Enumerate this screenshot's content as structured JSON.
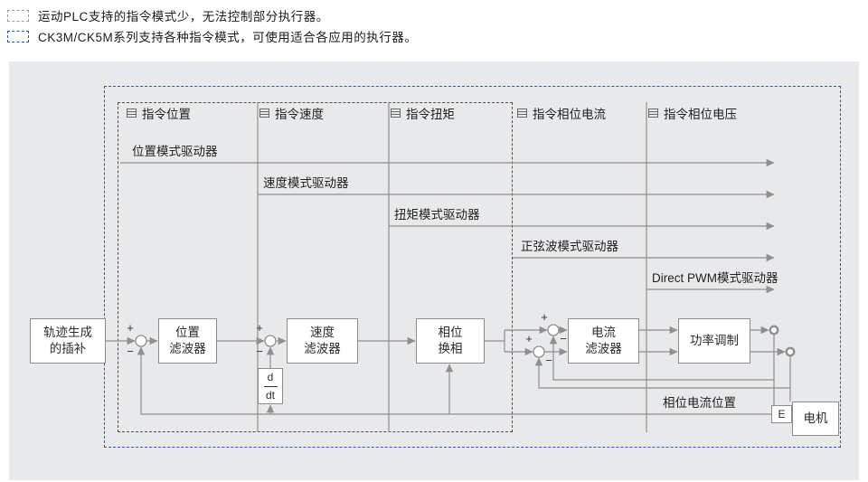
{
  "legend": {
    "items": [
      {
        "label": "运动PLC支持的指令模式少，无法控制部分执行器。"
      },
      {
        "label": "CK3M/CK5M系列支持各种指令模式，可使用适合各应用的执行器。"
      }
    ]
  },
  "diagram": {
    "column_headers": [
      {
        "label": "指令位置"
      },
      {
        "label": "指令速度"
      },
      {
        "label": "指令扭矩"
      },
      {
        "label": "指令相位电流"
      },
      {
        "label": "指令相位电压"
      }
    ],
    "drive_modes": [
      {
        "label": "位置模式驱动器"
      },
      {
        "label": "速度模式驱动器"
      },
      {
        "label": "扭矩模式驱动器"
      },
      {
        "label": "正弦波模式驱动器"
      },
      {
        "label": "Direct PWM模式驱动器"
      }
    ],
    "blocks": {
      "trajectory": {
        "line1": "轨迹生成",
        "line2": "的插补"
      },
      "position_filter": {
        "line1": "位置",
        "line2": "滤波器"
      },
      "velocity_filter": {
        "line1": "速度",
        "line2": "滤波器"
      },
      "derivative": {
        "numerator": "d",
        "denominator": "dt"
      },
      "phase_commutation": {
        "line1": "相位",
        "line2": "换相"
      },
      "current_filter": {
        "line1": "电流",
        "line2": "滤波器"
      },
      "power_modulation": {
        "label": "功率调制"
      },
      "encoder": {
        "label": "E"
      },
      "motor": {
        "label": "电机"
      }
    },
    "feedback_label": "相位电流位置",
    "signs": {
      "plus": "+",
      "minus": "−"
    }
  },
  "colors": {
    "panel_background": "#e8e9ea",
    "ck_scope_border": "#1b5ebe",
    "plc_scope_border": "#4d4d4d",
    "line": "#8f8f8f",
    "text": "#2b2b2b"
  }
}
